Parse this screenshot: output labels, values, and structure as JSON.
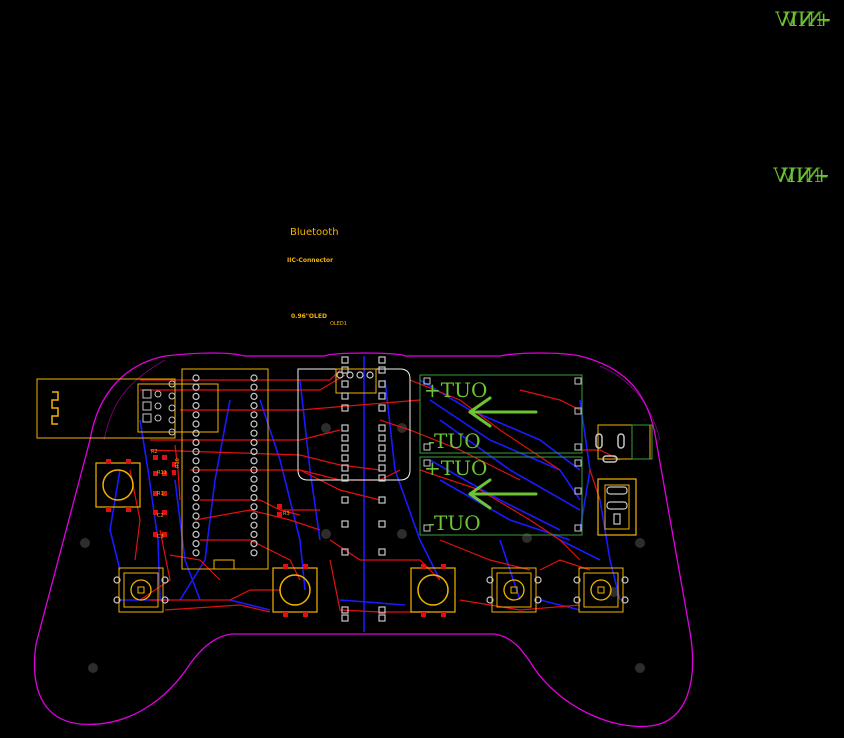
{
  "corner_labels": {
    "vin_top": "+NIV",
    "vin_top_overlap": "-NIV",
    "vin_mid": "+NIV",
    "vin_mid_overlap": "-NIV"
  },
  "silkscreen": {
    "bluetooth": "Bluetooth",
    "iic_connector": "IIC-Connector",
    "oled_label": "0.96\"OLED",
    "oled_ref": "OLED1"
  },
  "module1": {
    "plus": "+TUO",
    "minus": "-TUO"
  },
  "module2": {
    "plus": "+TUO",
    "minus": "-TUO"
  },
  "refdes": {
    "r2": "R2",
    "r11": "R11",
    "r1": "R1",
    "c2": "C2",
    "c3": "C3",
    "r3": "R3",
    "r10": "R10"
  },
  "colors": {
    "board_bg": "#000000",
    "outline": "#e000e0",
    "silkscreen": "#f2b400",
    "top_copper": "#e01010",
    "bottom_copper": "#1a1aff",
    "module_text": "#6cc433",
    "pad": "#c8c8c8"
  }
}
